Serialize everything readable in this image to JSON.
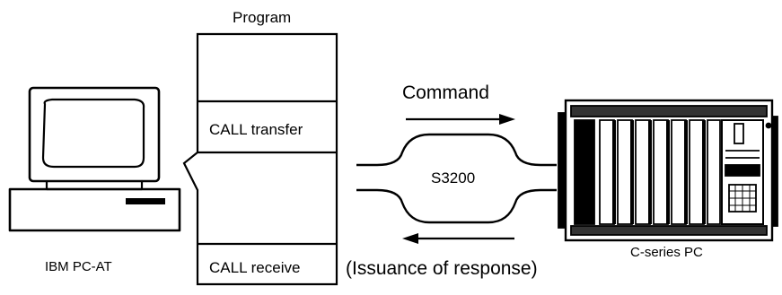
{
  "program": {
    "title": "Program",
    "transfer_label": "CALL transfer",
    "receive_label": "CALL receive"
  },
  "host": {
    "label": "IBM PC-AT"
  },
  "link": {
    "name": "S3200",
    "command_label": "Command",
    "response_label": "(Issuance of response)"
  },
  "plc": {
    "label": "C-series PC"
  }
}
